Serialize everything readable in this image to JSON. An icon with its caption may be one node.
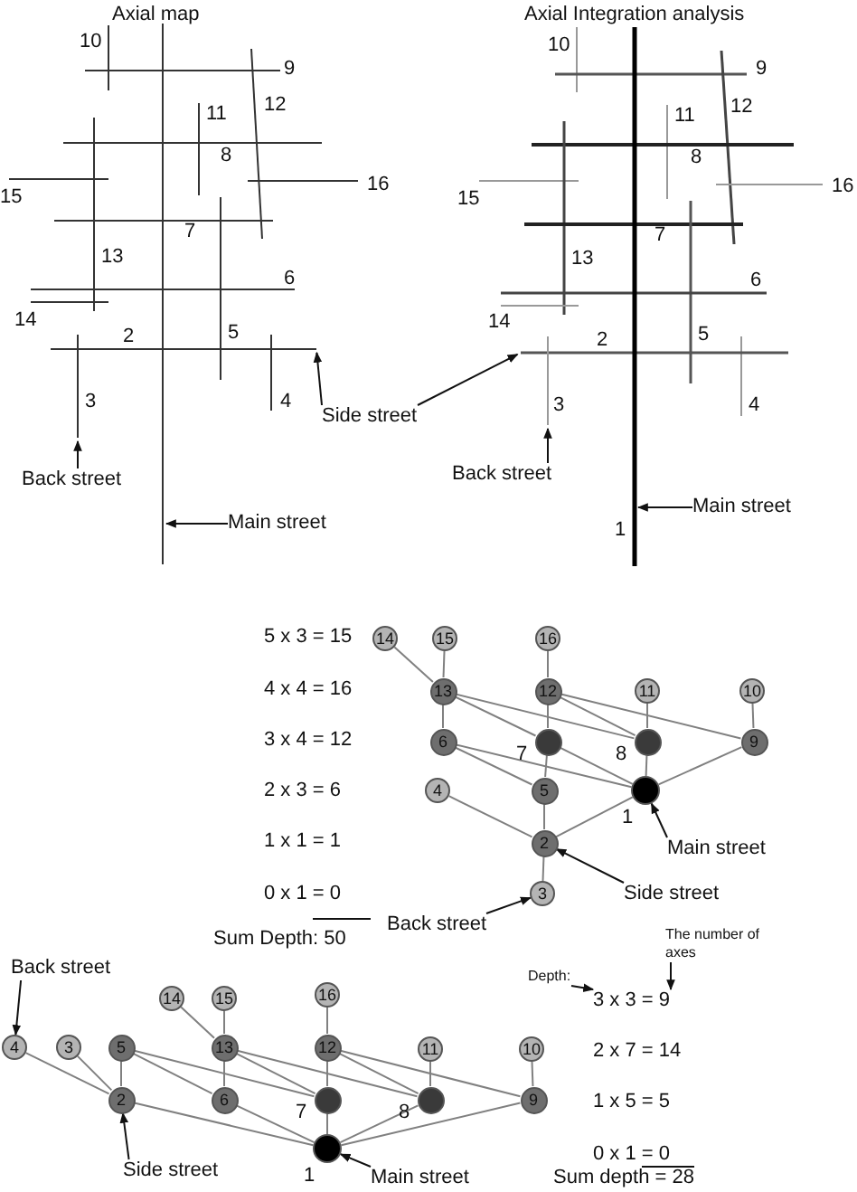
{
  "diagram": {
    "nodes": [
      {
        "text": [
          "Side street"
        ]
      },
      {
        "text": [
          "Back street"
        ]
      },
      {
        "text": [
          "Back street"
        ]
      },
      {
        "text": [
          "Main street"
        ]
      },
      {
        "text": [
          "Main street"
        ]
      },
      {
        "text": [
          "14"
        ]
      },
      {
        "text": [
          "15"
        ]
      },
      {
        "text": [
          "16"
        ]
      },
      {
        "text": [
          "13"
        ]
      },
      {
        "text": [
          "12"
        ]
      },
      {
        "text": [
          "11"
        ]
      },
      {
        "text": [
          "10"
        ]
      },
      {
        "text": [
          "6"
        ]
      },
      {
        "text": [
          "7"
        ]
      },
      {
        "text": [
          "8"
        ]
      },
      {
        "text": [
          "9"
        ]
      },
      {
        "text": [
          "4"
        ]
      },
      {
        "text": [
          "5"
        ]
      },
      {
        "text": [
          "1"
        ]
      },
      {
        "text": [
          "2"
        ]
      },
      {
        "text": [
          "3"
        ]
      },
      {
        "text": [
          "Main street"
        ]
      },
      {
        "text": [
          "Side street"
        ]
      },
      {
        "text": [
          "Back street"
        ]
      },
      {
        "text": [
          "Back street"
        ]
      },
      {
        "text": [
          "Depth:"
        ]
      },
      {
        "text": [
          "The number of axes"
        ]
      },
      {
        "text": [
          "14"
        ]
      },
      {
        "text": [
          "15"
        ]
      },
      {
        "text": [
          "16"
        ]
      },
      {
        "text": [
          "4"
        ]
      },
      {
        "text": [
          "3"
        ]
      },
      {
        "text": [
          "5"
        ]
      },
      {
        "text": [
          "13"
        ]
      },
      {
        "text": [
          "12"
        ]
      },
      {
        "text": [
          "11"
        ]
      },
      {
        "text": [
          "10"
        ]
      },
      {
        "text": [
          "2"
        ]
      },
      {
        "text": [
          "6"
        ]
      },
      {
        "text": [
          "7"
        ]
      },
      {
        "text": [
          "8"
        ]
      },
      {
        "text": [
          "9"
        ]
      },
      {
        "text": [
          "1"
        ]
      },
      {
        "text": [
          "Side street"
        ]
      },
      {
        "text": [
          "Main street"
        ]
      },
      {
        "text": [],
        "shape": "line",
        "beside": [
          "2"
        ]
      },
      {
        "text": [],
        "shape": "line",
        "beside": [
          "3"
        ]
      },
      {
        "text": [],
        "shape": "line"
      },
      {
        "text": [],
        "shape": "line",
        "beside": [
          "2"
        ]
      },
      {
        "text": [],
        "shape": "line",
        "beside": [
          "3"
        ]
      },
      {
        "text": [],
        "shape": "line",
        "beside": [
          "1"
        ]
      },
      {
        "text": [
          "3 x 3 = 9"
        ]
      }
    ],
    "edges": [
      {
        "from": 0,
        "to": 45,
        "arrow": "to",
        "color": "#111111"
      },
      {
        "from": 0,
        "to": 48,
        "arrow": "to",
        "color": "#111111"
      },
      {
        "from": 1,
        "to": 46,
        "arrow": "to",
        "color": "#111111"
      },
      {
        "from": 2,
        "to": 49,
        "arrow": "to",
        "color": "#111111"
      },
      {
        "from": 3,
        "to": 47,
        "arrow": "to",
        "color": "#111111"
      },
      {
        "from": 4,
        "to": 50,
        "arrow": "to",
        "color": "#111111"
      },
      {
        "from": 20,
        "to": 19,
        "arrow": "none"
      },
      {
        "from": 19,
        "to": 16,
        "arrow": "none"
      },
      {
        "from": 19,
        "to": 17,
        "arrow": "none"
      },
      {
        "from": 19,
        "to": 18,
        "arrow": "none"
      },
      {
        "from": 17,
        "to": 12,
        "arrow": "none"
      },
      {
        "from": 18,
        "to": 12,
        "arrow": "none"
      },
      {
        "from": 17,
        "to": 13,
        "arrow": "none"
      },
      {
        "from": 13,
        "to": 18,
        "arrow": "none"
      },
      {
        "from": 14,
        "to": 18,
        "arrow": "none"
      },
      {
        "from": 15,
        "to": 18,
        "arrow": "none"
      },
      {
        "from": 8,
        "to": 12,
        "arrow": "none"
      },
      {
        "from": 8,
        "to": 13,
        "arrow": "none"
      },
      {
        "from": 8,
        "to": 14,
        "arrow": "none"
      },
      {
        "from": 5,
        "to": 8,
        "arrow": "none"
      },
      {
        "from": 6,
        "to": 8,
        "arrow": "none"
      },
      {
        "from": 9,
        "to": 13,
        "arrow": "none"
      },
      {
        "from": 9,
        "to": 14,
        "arrow": "none"
      },
      {
        "from": 9,
        "to": 15,
        "arrow": "none"
      },
      {
        "from": 7,
        "to": 9,
        "arrow": "none"
      },
      {
        "from": 10,
        "to": 14,
        "arrow": "none"
      },
      {
        "from": 11,
        "to": 15,
        "arrow": "none"
      },
      {
        "from": 21,
        "to": 18,
        "arrow": "to",
        "color": "#111111"
      },
      {
        "from": 22,
        "to": 19,
        "arrow": "to",
        "color": "#111111"
      },
      {
        "from": 23,
        "to": 20,
        "arrow": "to",
        "color": "#111111"
      },
      {
        "from": 42,
        "to": 37,
        "arrow": "none"
      },
      {
        "from": 42,
        "to": 38,
        "arrow": "none"
      },
      {
        "from": 42,
        "to": 39,
        "arrow": "none"
      },
      {
        "from": 42,
        "to": 40,
        "arrow": "none"
      },
      {
        "from": 42,
        "to": 41,
        "arrow": "none"
      },
      {
        "from": 37,
        "to": 30,
        "arrow": "none"
      },
      {
        "from": 37,
        "to": 31,
        "arrow": "none"
      },
      {
        "from": 37,
        "to": 32,
        "arrow": "none"
      },
      {
        "from": 32,
        "to": 38,
        "arrow": "none"
      },
      {
        "from": 32,
        "to": 39,
        "arrow": "none"
      },
      {
        "from": 33,
        "to": 38,
        "arrow": "none"
      },
      {
        "from": 33,
        "to": 39,
        "arrow": "none"
      },
      {
        "from": 33,
        "to": 40,
        "arrow": "none"
      },
      {
        "from": 27,
        "to": 33,
        "arrow": "none"
      },
      {
        "from": 28,
        "to": 33,
        "arrow": "none"
      },
      {
        "from": 34,
        "to": 39,
        "arrow": "none"
      },
      {
        "from": 34,
        "to": 40,
        "arrow": "none"
      },
      {
        "from": 34,
        "to": 41,
        "arrow": "none"
      },
      {
        "from": 29,
        "to": 34,
        "arrow": "none"
      },
      {
        "from": 35,
        "to": 40,
        "arrow": "none"
      },
      {
        "from": 36,
        "to": 41,
        "arrow": "none"
      },
      {
        "from": 24,
        "to": 30,
        "arrow": "to",
        "color": "#111111"
      },
      {
        "from": 43,
        "to": 37,
        "arrow": "to",
        "color": "#111111"
      },
      {
        "from": 44,
        "to": 42,
        "arrow": "to",
        "color": "#111111"
      },
      {
        "from": 25,
        "to": 51,
        "arrow": "to",
        "color": "#111111"
      },
      {
        "from": 26,
        "to": 51,
        "arrow": "to",
        "color": "#111111"
      }
    ],
    "labels": [
      "Axial map",
      "Axial Integration analysis",
      "10",
      "9",
      "12",
      "11",
      "8",
      "16",
      "15",
      "7",
      "13",
      "6",
      "14",
      "5",
      "4",
      "10",
      "9",
      "12",
      "11",
      "8",
      "16",
      "15",
      "7",
      "13",
      "6",
      "14",
      "5",
      "4",
      "5 x 3 = 15",
      "4 x 4 = 16",
      "3 x 4 = 12",
      "2 x 3 = 6",
      "1 x 1 = 1",
      "0 x 1 = 0",
      "Sum Depth: 50",
      "2 x 7 = 14",
      "1 x 5 = 5",
      "0 x 1 = 0",
      "Sum depth = 28"
    ]
  }
}
